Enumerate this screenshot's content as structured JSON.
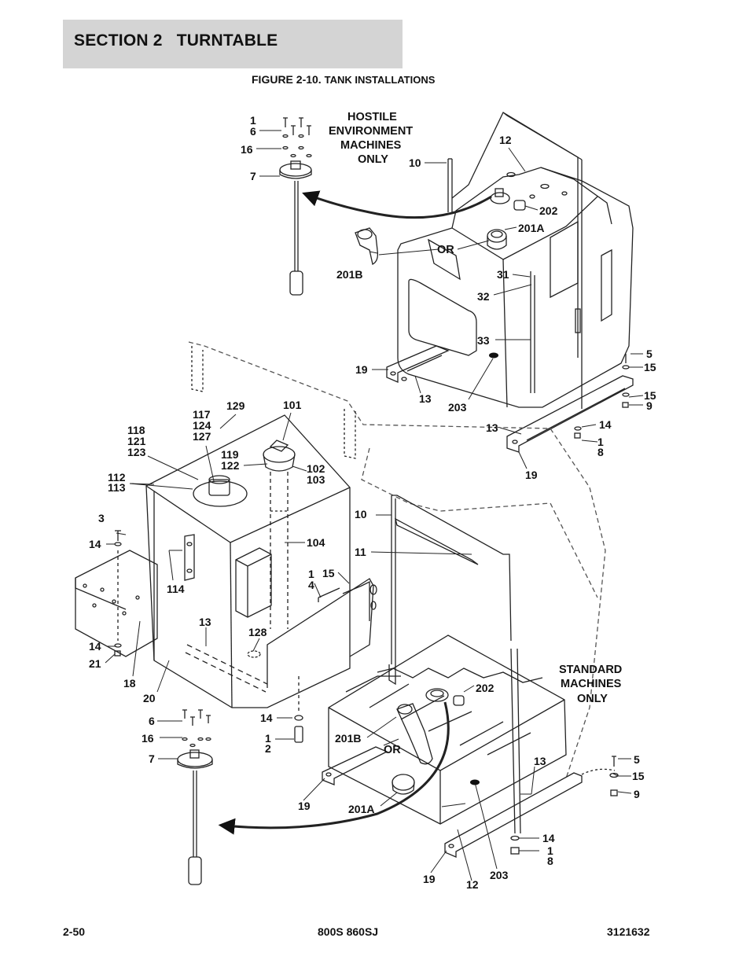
{
  "header": {
    "section_title": "SECTION 2   TURNTABLE",
    "figure_title": "FIGURE 2-10.",
    "figure_subtitle": "TANK INSTALLATIONS"
  },
  "captions": {
    "hostile": [
      "HOSTILE",
      "ENVIRONMENT",
      "MACHINES",
      "ONLY"
    ],
    "standard": [
      "STANDARD",
      "MACHINES",
      "ONLY"
    ],
    "or_top": "OR",
    "or_bottom": "OR"
  },
  "callouts": {
    "top_1": "1",
    "top_6": "6",
    "top_16": "16",
    "top_7": "7",
    "top_10": "10",
    "top_12": "12",
    "top_202": "202",
    "top_201a": "201A",
    "top_201b": "201B",
    "top_31": "31",
    "top_32": "32",
    "top_33": "33",
    "top_19_left": "19",
    "top_13_left": "13",
    "top_203": "203",
    "top_5": "5",
    "top_15a": "15",
    "top_15b": "15",
    "top_9": "9",
    "top_13_right": "13",
    "top_14": "14",
    "top_1b": "1",
    "top_8": "8",
    "top_19_right": "19",
    "h_129": "129",
    "h_101": "101",
    "h_117": "117",
    "h_124": "124",
    "h_127": "127",
    "h_118": "118",
    "h_121": "121",
    "h_123": "123",
    "h_119": "119",
    "h_122": "122",
    "h_102": "102",
    "h_103": "103",
    "h_112": "112",
    "h_113": "113",
    "h_3": "3",
    "h_14a": "14",
    "h_104": "104",
    "h_114": "114",
    "h_1": "1",
    "h_4": "4",
    "h_15": "15",
    "h_13": "13",
    "h_128": "128",
    "h_14b": "14",
    "h_21": "21",
    "h_18": "18",
    "h_20": "20",
    "h_14c": "14",
    "h_1b": "1",
    "h_2": "2",
    "b_6": "6",
    "b_16": "16",
    "b_7": "7",
    "b_10": "10",
    "b_11": "11",
    "b_202": "202",
    "b_201b": "201B",
    "b_201a": "201A",
    "b_13": "13",
    "b_19_left": "19",
    "b_19_bottom": "19",
    "b_12": "12",
    "b_203": "203",
    "b_5": "5",
    "b_15": "15",
    "b_9": "9",
    "b_14": "14",
    "b_1": "1",
    "b_8": "8"
  },
  "footer": {
    "page": "2-50",
    "model": "800S 860SJ",
    "doc_number": "3121632"
  }
}
